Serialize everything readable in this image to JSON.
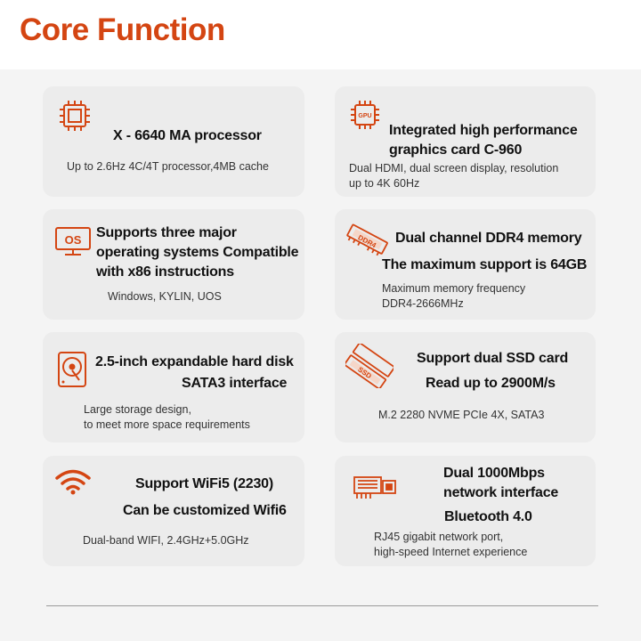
{
  "page": {
    "title": "Core Function"
  },
  "colors": {
    "accent": "#d44512",
    "card": "#ececec",
    "header": "#ffffff",
    "background": "#f4f4f4"
  },
  "cards": [
    {
      "icon": "processor-chip-icon",
      "title_lines": [
        "X - 6640 MA processor"
      ],
      "desc_lines": [
        "Up to 2.6Hz 4C/4T processor,4MB cache"
      ]
    },
    {
      "icon": "gpu-chip-icon",
      "icon_text": "GPU",
      "title_lines": [
        "Integrated high performance",
        "graphics card C-960"
      ],
      "desc_lines": [
        "Dual HDMI, dual screen display, resolution",
        "up to 4K 60Hz"
      ]
    },
    {
      "icon": "os-monitor-icon",
      "icon_text": "OS",
      "title_lines": [
        "Supports three major",
        "operating systems Compatible",
        "with x86 instructions"
      ],
      "desc_lines": [
        "Windows, KYLIN, UOS"
      ]
    },
    {
      "icon": "ddr4-memory-icon",
      "icon_text": "DDR4",
      "title_lines": [
        "Dual channel DDR4 memory",
        "The maximum support is 64GB"
      ],
      "desc_lines": [
        "Maximum memory frequency",
        "DDR4-2666MHz"
      ]
    },
    {
      "icon": "hard-disk-icon",
      "title_lines": [
        "2.5-inch expandable hard disk",
        "SATA3 interface"
      ],
      "desc_lines": [
        "Large storage design,",
        "to meet more space requirements"
      ]
    },
    {
      "icon": "ssd-card-icon",
      "icon_text": "SSD",
      "title_lines": [
        "Support dual SSD card",
        "Read up to 2900M/s"
      ],
      "desc_lines": [
        "M.2 2280 NVME PCIe 4X, SATA3"
      ]
    },
    {
      "icon": "wifi-icon",
      "title_lines": [
        "Support WiFi5 (2230)",
        "Can be customized Wifi6"
      ],
      "desc_lines": [
        "Dual-band WIFI, 2.4GHz+5.0GHz"
      ]
    },
    {
      "icon": "network-card-icon",
      "title_lines": [
        "Dual 1000Mbps",
        "network interface",
        "Bluetooth 4.0"
      ],
      "desc_lines": [
        "RJ45 gigabit network port,",
        "high-speed Internet experience"
      ]
    }
  ]
}
